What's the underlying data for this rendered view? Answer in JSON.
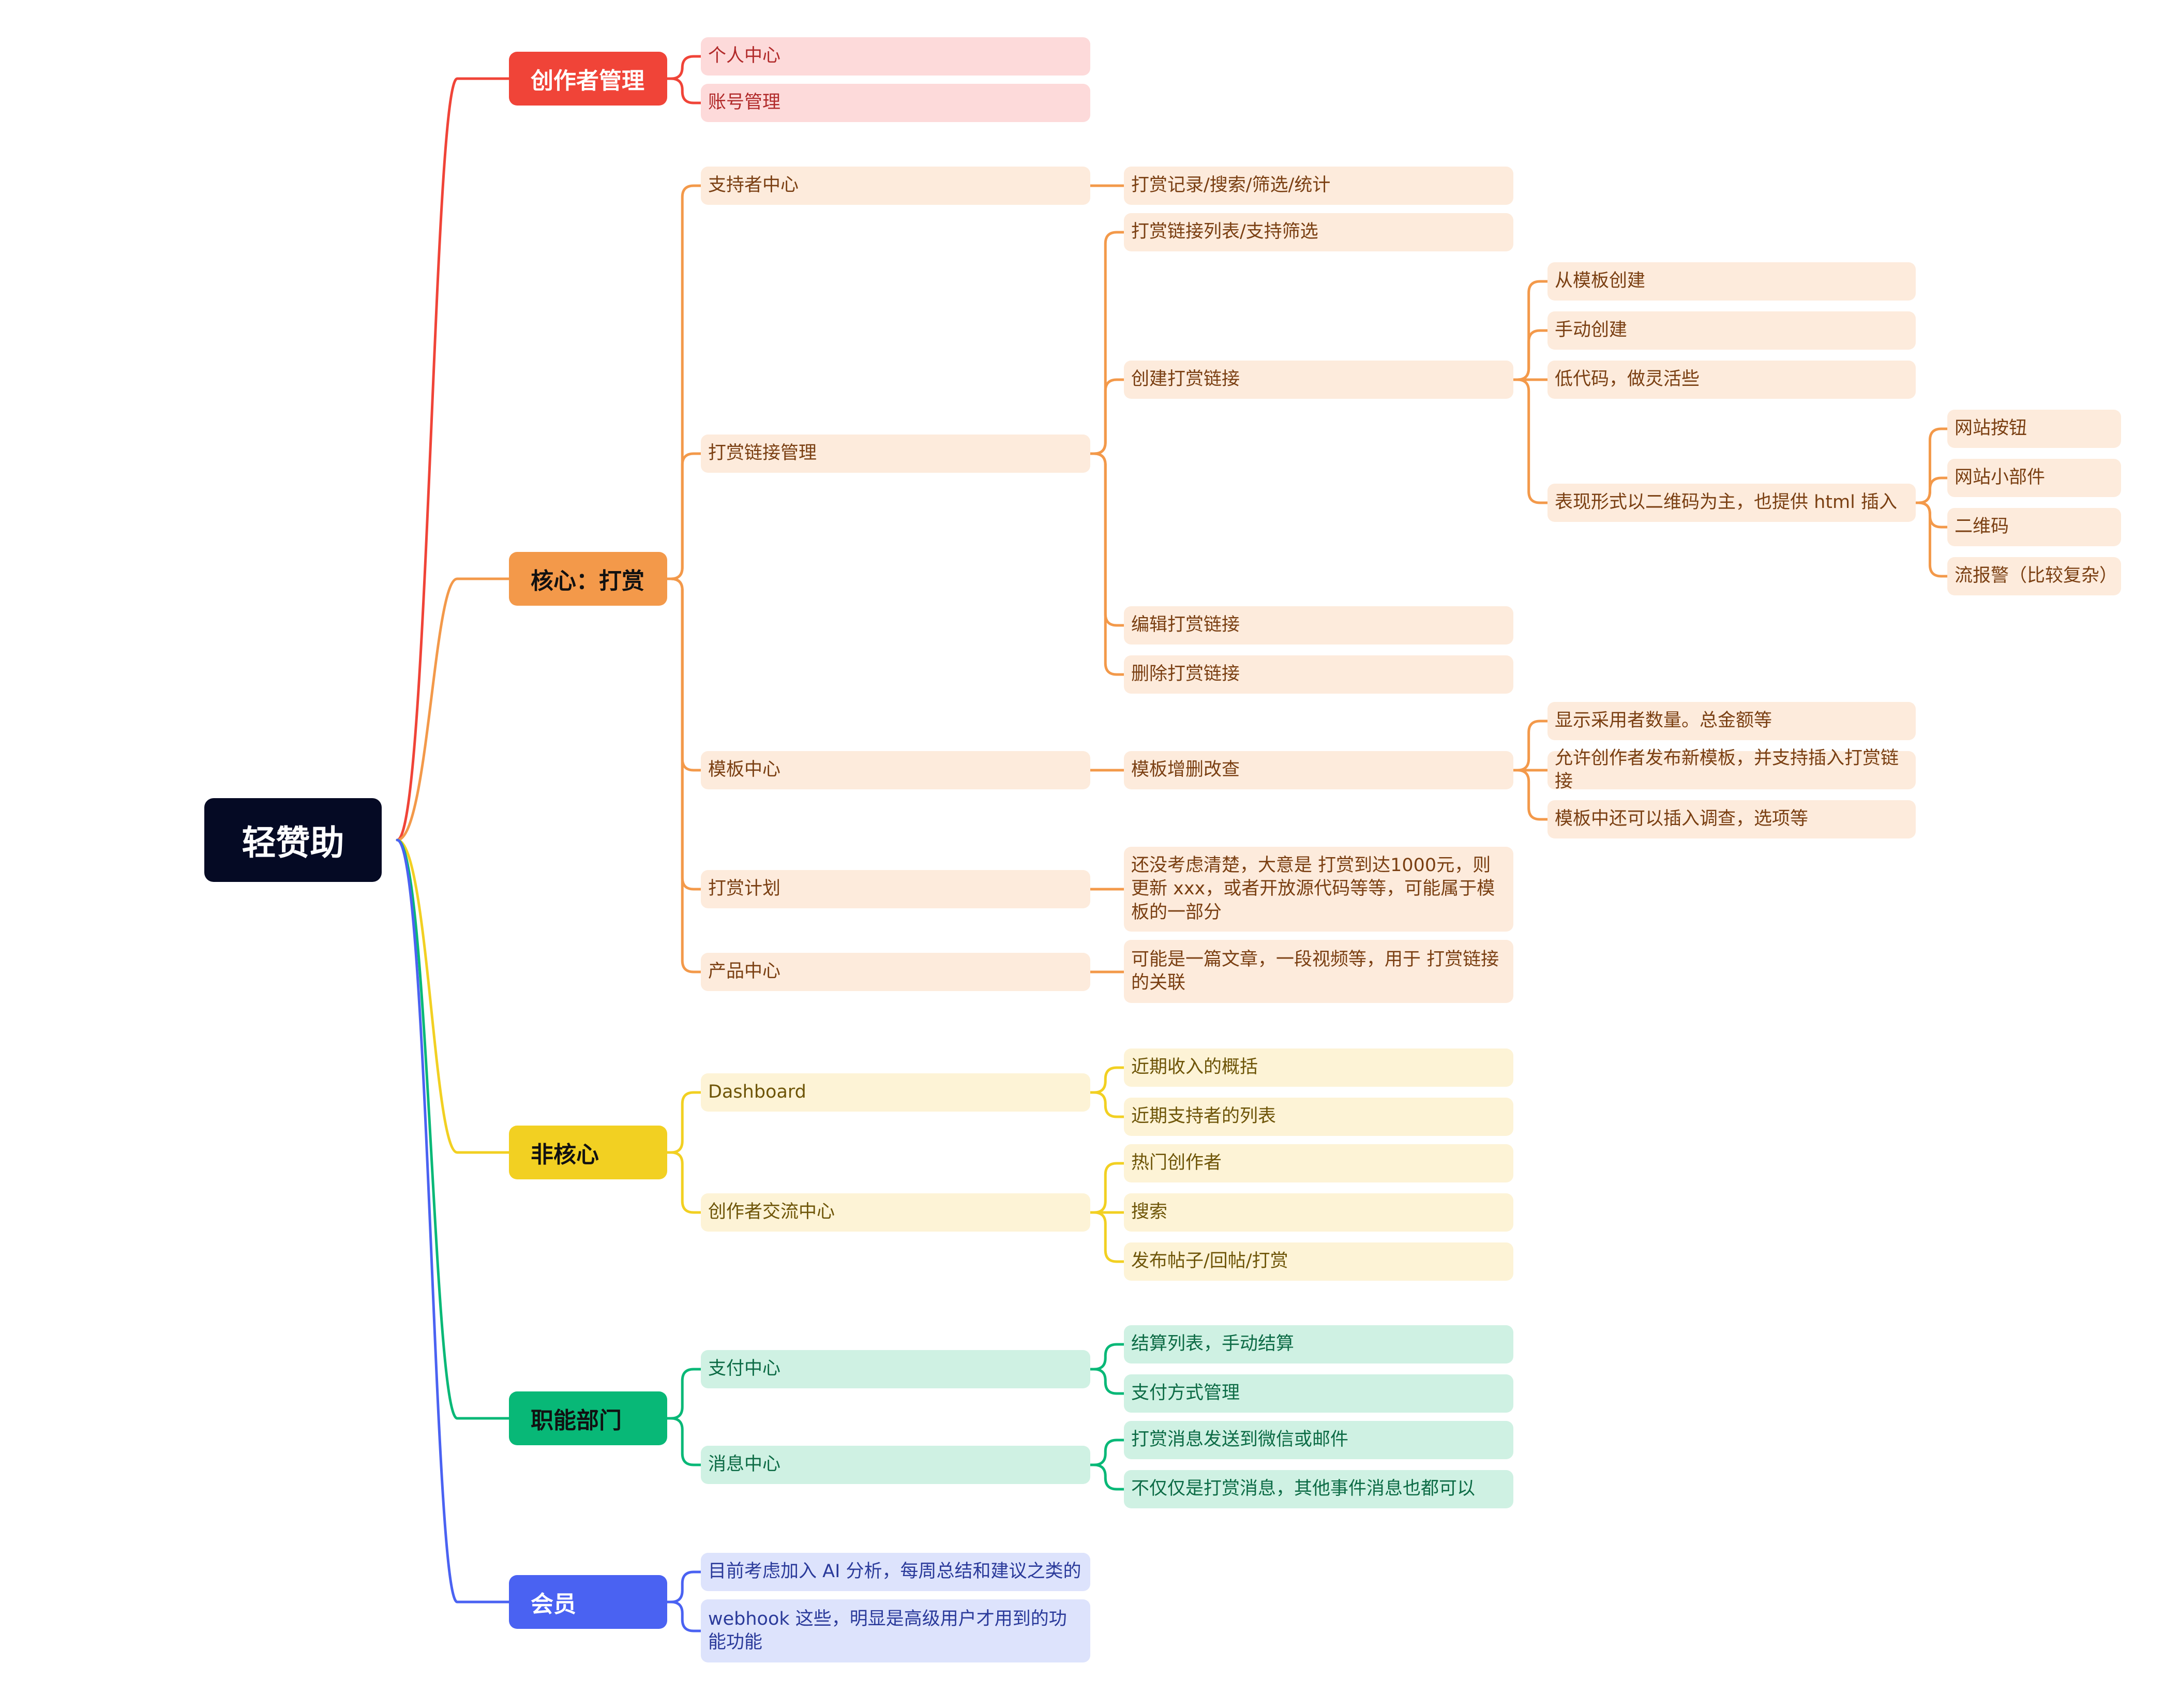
{
  "root": {
    "title": "轻赞助"
  },
  "colors": {
    "root": "#050a24",
    "creator": "#f04438",
    "core": "#f3994a",
    "noncore": "#f2d022",
    "func": "#08b877",
    "member": "#4a62f2"
  },
  "creator": {
    "title": "创作者管理",
    "items": [
      "个人中心",
      "账号管理"
    ]
  },
  "core": {
    "title": "核心：打赏",
    "supporter": {
      "label": "支持者中心",
      "child": "打赏记录/搜索/筛选/统计"
    },
    "links": {
      "label": "打赏链接管理",
      "list": "打赏链接列表/支持筛选",
      "create": {
        "label": "创建打赏链接",
        "from_template": "从模板创建",
        "manual": "手动创建",
        "lowcode": "低代码，做灵活些",
        "forms": {
          "label": "表现形式以二维码为主，也提供 html 插入",
          "items": [
            "网站按钮",
            "网站小部件",
            "二维码",
            "流报警（比较复杂）"
          ]
        }
      },
      "edit": "编辑打赏链接",
      "delete": "删除打赏链接"
    },
    "template_center": {
      "label": "模板中心",
      "crud": "模板增删改查",
      "items": [
        "显示采用者数量。总金额等",
        "允许创作者发布新模板，并支持插入打赏链接",
        "模板中还可以插入调查，选项等"
      ]
    },
    "plan": {
      "label": "打赏计划",
      "desc": "还没考虑清楚，大意是 打赏到达1000元，则更新 xxx，或者开放源代码等等，可能属于模板的一部分"
    },
    "product": {
      "label": "产品中心",
      "desc": "可能是一篇文章，一段视频等，用于 打赏链接 的关联"
    }
  },
  "noncore": {
    "title": "非核心",
    "dashboard": {
      "label": "Dashboard",
      "items": [
        "近期收入的概括",
        "近期支持者的列表"
      ]
    },
    "community": {
      "label": "创作者交流中心",
      "items": [
        "热门创作者",
        "搜索",
        "发布帖子/回帖/打赏"
      ]
    }
  },
  "func": {
    "title": "职能部门",
    "payment": {
      "label": "支付中心",
      "items": [
        "结算列表，手动结算",
        "支付方式管理"
      ]
    },
    "message": {
      "label": "消息中心",
      "items": [
        "打赏消息发送到微信或邮件",
        "不仅仅是打赏消息，其他事件消息也都可以"
      ]
    }
  },
  "member": {
    "title": "会员",
    "items": [
      "目前考虑加入 AI 分析，每周总结和建议之类的",
      "webhook 这些，明显是高级用户才用到的功能功能"
    ]
  }
}
